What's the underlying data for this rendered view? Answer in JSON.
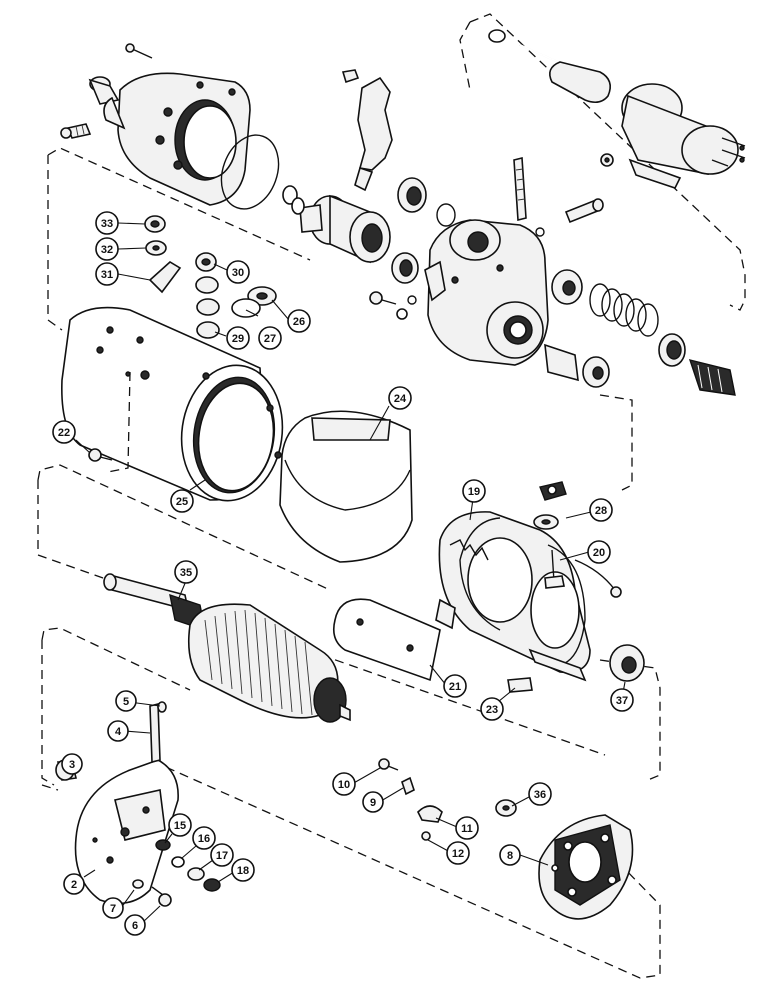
{
  "callouts": [
    {
      "id": "c2",
      "label": "2"
    },
    {
      "id": "c3",
      "label": "3"
    },
    {
      "id": "c4",
      "label": "4"
    },
    {
      "id": "c5",
      "label": "5"
    },
    {
      "id": "c6",
      "label": "6"
    },
    {
      "id": "c7",
      "label": "7"
    },
    {
      "id": "c8",
      "label": "8"
    },
    {
      "id": "c9",
      "label": "9"
    },
    {
      "id": "c10",
      "label": "10"
    },
    {
      "id": "c11",
      "label": "11"
    },
    {
      "id": "c12",
      "label": "12"
    },
    {
      "id": "c15",
      "label": "15"
    },
    {
      "id": "c16",
      "label": "16"
    },
    {
      "id": "c17",
      "label": "17"
    },
    {
      "id": "c18",
      "label": "18"
    },
    {
      "id": "c19",
      "label": "19"
    },
    {
      "id": "c20",
      "label": "20"
    },
    {
      "id": "c21",
      "label": "21"
    },
    {
      "id": "c22",
      "label": "22"
    },
    {
      "id": "c23",
      "label": "23"
    },
    {
      "id": "c24",
      "label": "24"
    },
    {
      "id": "c25",
      "label": "25"
    },
    {
      "id": "c26",
      "label": "26"
    },
    {
      "id": "c27",
      "label": "27"
    },
    {
      "id": "c28",
      "label": "28"
    },
    {
      "id": "c29",
      "label": "29"
    },
    {
      "id": "c30",
      "label": "30"
    },
    {
      "id": "c31",
      "label": "31"
    },
    {
      "id": "c32",
      "label": "32"
    },
    {
      "id": "c33",
      "label": "33"
    },
    {
      "id": "c35",
      "label": "35"
    },
    {
      "id": "c36",
      "label": "36"
    },
    {
      "id": "c37",
      "label": "37"
    }
  ]
}
